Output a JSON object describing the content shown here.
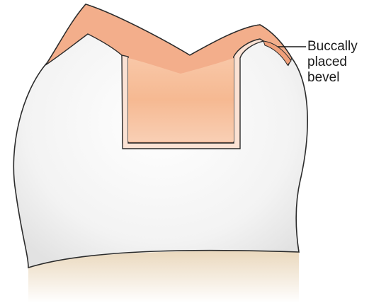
{
  "annotation": {
    "lines": [
      "Buccally",
      "placed",
      "bevel"
    ]
  },
  "colors": {
    "restoration": "#f3ae8b",
    "restoration_light": "#f6c6a8",
    "tooth_enamel": "#f4f4f4",
    "tooth_outline": "#2b2b2b",
    "gingiva": "#e9d5b8",
    "leader_line": "#1a1a1a"
  }
}
